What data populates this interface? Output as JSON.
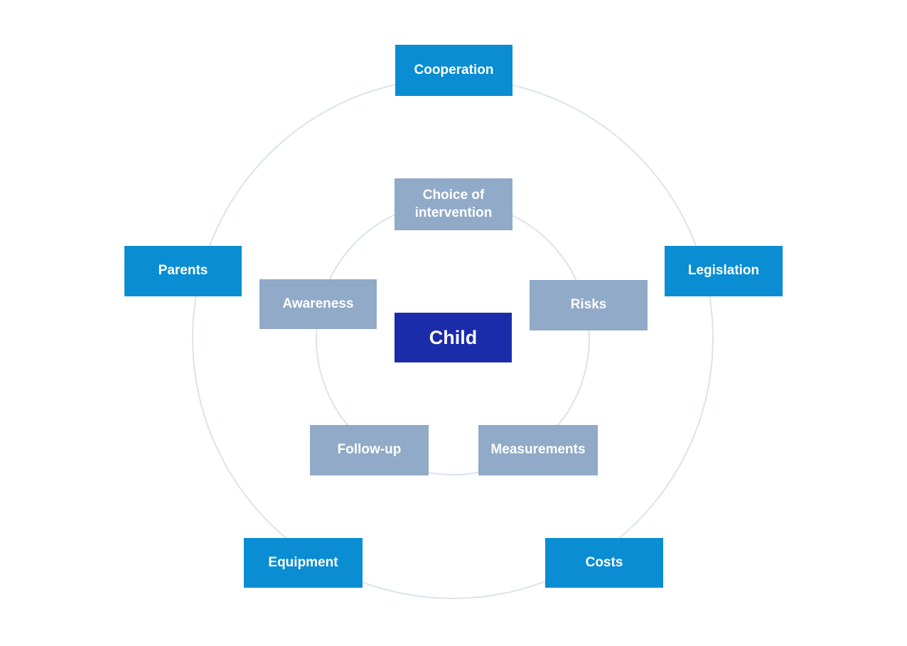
{
  "diagram": {
    "center": {
      "label": "Child"
    },
    "inner_ring": [
      {
        "label": "Choice of intervention"
      },
      {
        "label": "Awareness"
      },
      {
        "label": "Risks"
      },
      {
        "label": "Follow-up"
      },
      {
        "label": "Measurements"
      }
    ],
    "outer_ring": [
      {
        "label": "Cooperation"
      },
      {
        "label": "Parents"
      },
      {
        "label": "Legislation"
      },
      {
        "label": "Equipment"
      },
      {
        "label": "Costs"
      }
    ],
    "colors": {
      "outer_box": "#0a8dd2",
      "inner_box": "#90aac8",
      "center_box": "#1b2cab",
      "ring_stroke": "#dce3ed",
      "text": "#ffffff"
    }
  }
}
